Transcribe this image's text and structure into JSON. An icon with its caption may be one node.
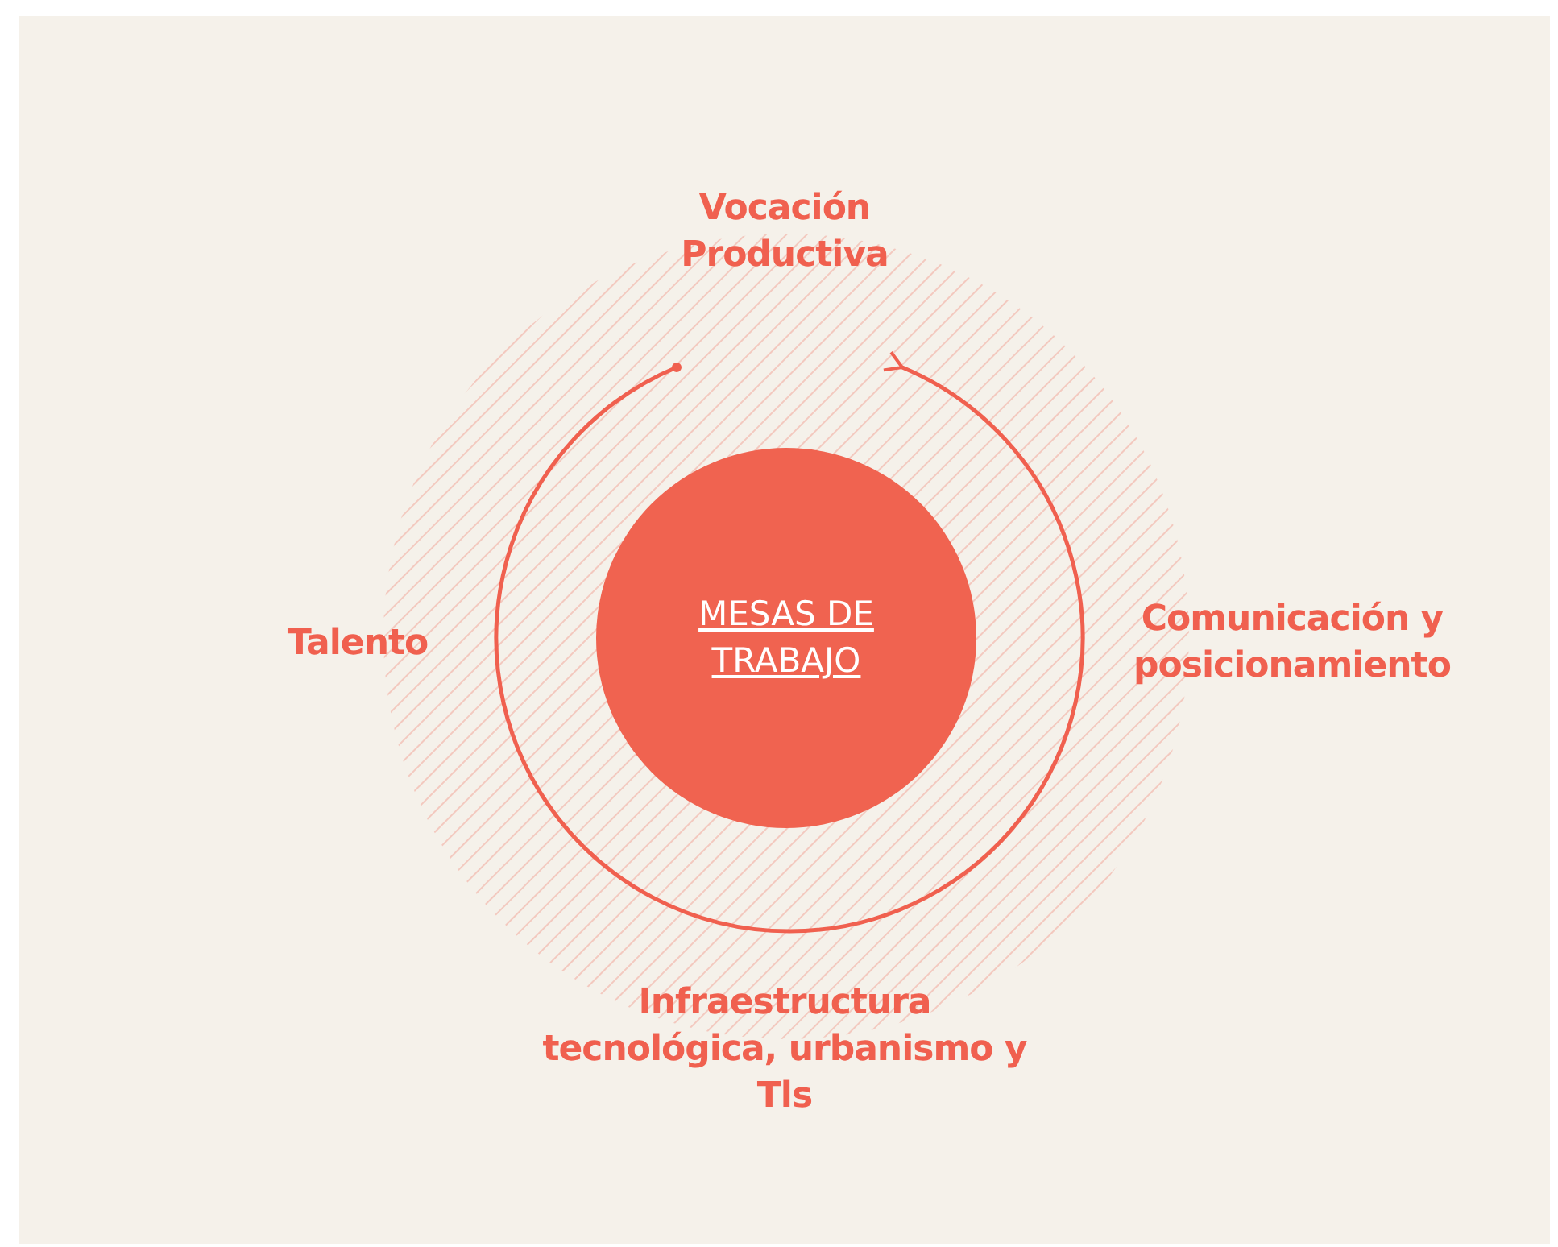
{
  "diagram": {
    "nodes": [
      {
        "text": [
          "MESAS DE TRABAJO"
        ]
      }
    ],
    "labels": [
      "Vocación Productiva",
      "Talento",
      "Comunicación y posicionamiento",
      "Infraestructura tecnológica, urbanismo y Tls"
    ]
  }
}
